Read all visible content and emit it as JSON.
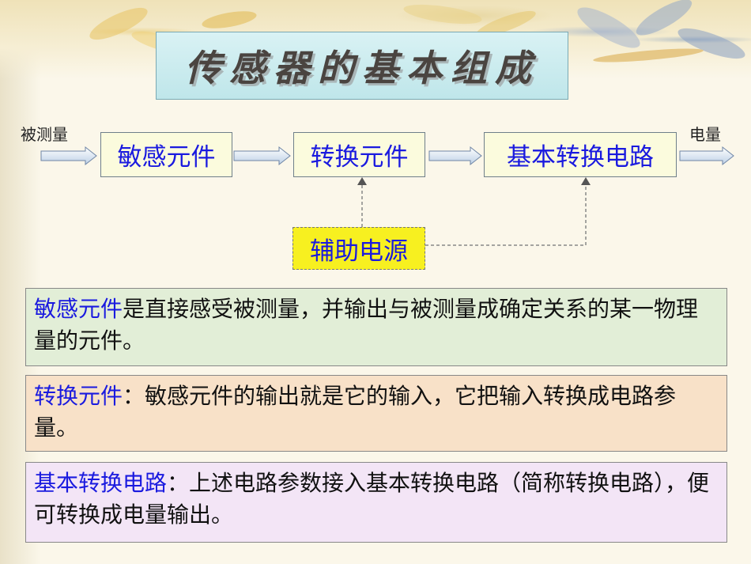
{
  "title": "传感器的基本组成",
  "diagram": {
    "input_label": "被测量",
    "output_label": "电量",
    "blocks": [
      "敏感元件",
      "转换元件",
      "基本转换电路"
    ],
    "aux_power": "辅助电源"
  },
  "descriptions": [
    {
      "term": "敏感元件",
      "text": "是直接感受被测量，并输出与被测量成确定关系的某一物理量的元件。"
    },
    {
      "term": "转换元件",
      "text": "：敏感元件的输出就是它的输入，它把输入转换成电路参量。"
    },
    {
      "term": "基本转换电路",
      "text": "：上述电路参数接入基本转换电路（简称转换电路），便可转换成电量输出。"
    }
  ],
  "colors": {
    "term": "#1a1adf",
    "aux_fill": "#f7f020",
    "block_fill": "#fbfbdd",
    "desc1": "#e2eed7",
    "desc2": "#f8e1c8",
    "desc3": "#f3e5f6"
  }
}
